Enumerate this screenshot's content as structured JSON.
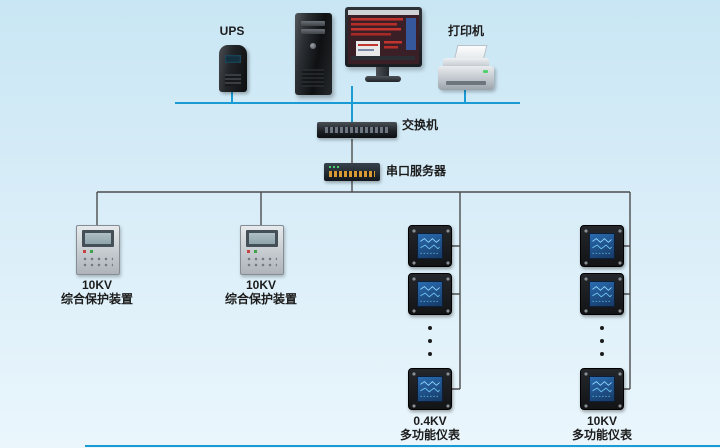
{
  "labels": {
    "ups": "UPS",
    "printer": "打印机",
    "switch": "交换机",
    "serial_server": "串口服务器",
    "protection_a": {
      "voltage": "10KV",
      "device": "综合保护装置"
    },
    "protection_b": {
      "voltage": "10KV",
      "device": "综合保护装置"
    },
    "meter_col_a": {
      "voltage": "0.4KV",
      "device": "多功能仪表"
    },
    "meter_col_b": {
      "voltage": "10KV",
      "device": "多功能仪表"
    }
  },
  "colors": {
    "background_top": "#c9e6f4",
    "background_bottom": "#eaf6fc",
    "network_bus_line": "#1a9bd4",
    "branch_line": "#4d4d4d",
    "label_text": "#1c1c1c",
    "meter_screen": "#1d4a7a",
    "serial_ports": "#d89a35"
  }
}
